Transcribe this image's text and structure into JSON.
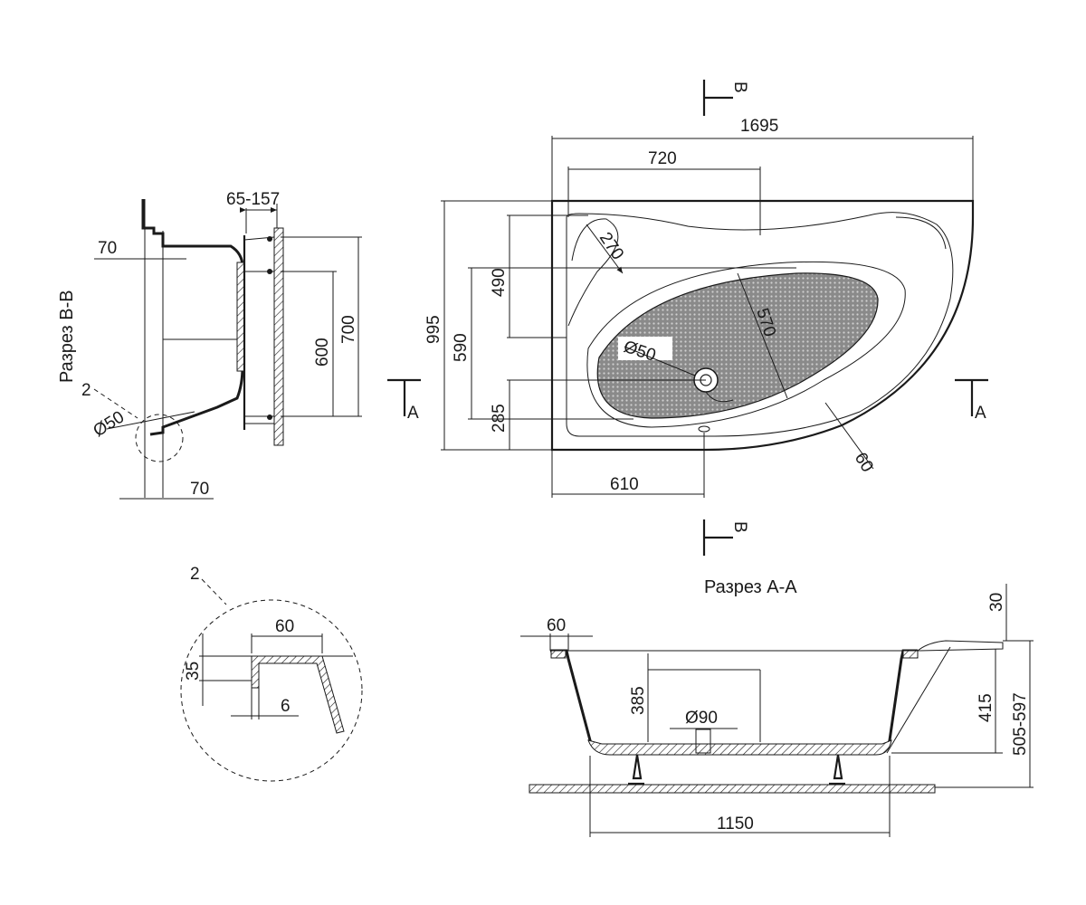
{
  "section_bb": {
    "title": "Разрез В-В",
    "dim_top": "65-157",
    "dim_70_top": "70",
    "dim_70_bottom": "70",
    "dim_600": "600",
    "dim_700": "700",
    "callout": "2",
    "drain": "Ø50"
  },
  "plan": {
    "dim_1695": "1695",
    "dim_720": "720",
    "dim_270": "270",
    "dim_490": "490",
    "dim_570": "570",
    "dim_995": "995",
    "dim_590": "590",
    "dim_285": "285",
    "drain": "Ø50",
    "dim_60": "60",
    "dim_610": "610",
    "cut_a": "A",
    "cut_b": "В"
  },
  "detail": {
    "callout": "2",
    "dim_60": "60",
    "dim_35": "35",
    "dim_6": "6"
  },
  "section_aa": {
    "title": "Разрез A-A",
    "dim_60": "60",
    "dim_30": "30",
    "dim_385": "385",
    "dim_415": "415",
    "dim_505": "505-597",
    "drain": "Ø90",
    "dim_1150": "1150"
  }
}
